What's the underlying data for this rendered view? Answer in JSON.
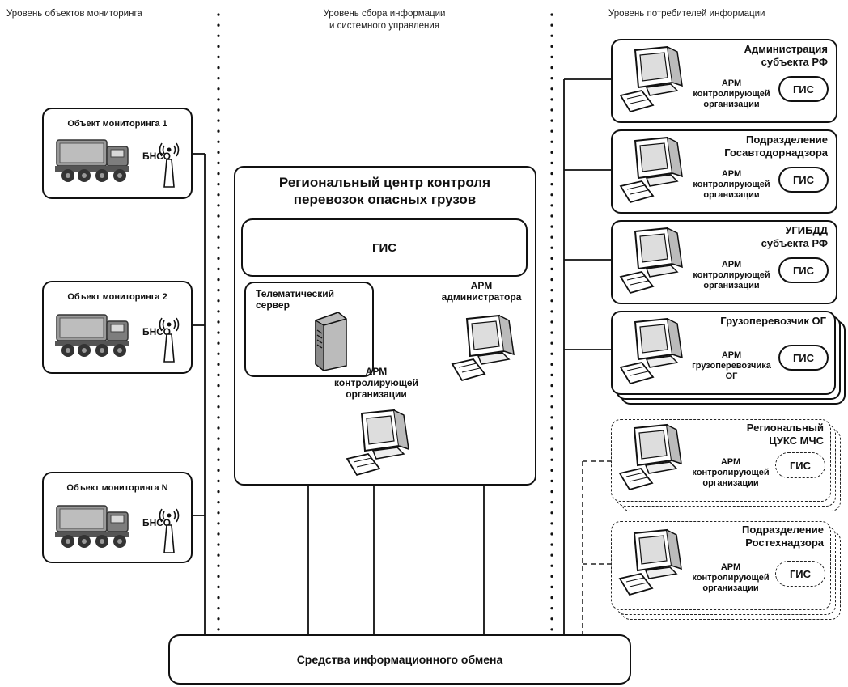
{
  "levels": {
    "objects": "Уровень объектов мониторинга",
    "collection_line1": "Уровень сбора информации",
    "collection_line2": "и системного управления",
    "consumers": "Уровень потребителей информации"
  },
  "monitoring_objects": [
    {
      "title": "Объект мониторинга 1",
      "device": "БНСО"
    },
    {
      "title": "Объект мониторинга 2",
      "device": "БНСО"
    },
    {
      "title": "Объект мониторинга N",
      "device": "БНСО"
    }
  ],
  "center": {
    "title_line1": "Региональный центр контроля",
    "title_line2": "перевозок опасных грузов",
    "gis": "ГИС",
    "server_line1": "Телематический",
    "server_line2": "сервер",
    "admin_line1": "АРМ",
    "admin_line2": "администратора",
    "arm_line1": "АРМ",
    "arm_line2": "контролирующей",
    "arm_line3": "организации"
  },
  "consumers": [
    {
      "title_line1": "Администрация",
      "title_line2": "субъекта РФ",
      "arm_line1": "АРМ",
      "arm_line2": "контролирующей",
      "arm_line3": "организации",
      "gis": "ГИС"
    },
    {
      "title_line1": "Подразделение",
      "title_line2": "Госавтодорнадзора",
      "arm_line1": "АРМ",
      "arm_line2": "контролирующей",
      "arm_line3": "организации",
      "gis": "ГИС"
    },
    {
      "title_line1": "УГИБДД",
      "title_line2": "субъекта РФ",
      "arm_line1": "АРМ",
      "arm_line2": "контролирующей",
      "arm_line3": "организации",
      "gis": "ГИС"
    },
    {
      "title_line1": "Грузоперевозчик ОГ",
      "title_line2": "",
      "arm_line1": "АРМ",
      "arm_line2": "грузоперевозчика",
      "arm_line3": "ОГ",
      "gis": "ГИС"
    },
    {
      "title_line1": "Региональный",
      "title_line2": "ЦУКС МЧС",
      "arm_line1": "АРМ",
      "arm_line2": "контролирующей",
      "arm_line3": "организации",
      "gis": "ГИС"
    },
    {
      "title_line1": "Подразделение",
      "title_line2": "Ростехнадзора",
      "arm_line1": "АРМ",
      "arm_line2": "контролирующей",
      "arm_line3": "организации",
      "gis": "ГИС"
    }
  ],
  "exchange": "Средства информационного обмена"
}
